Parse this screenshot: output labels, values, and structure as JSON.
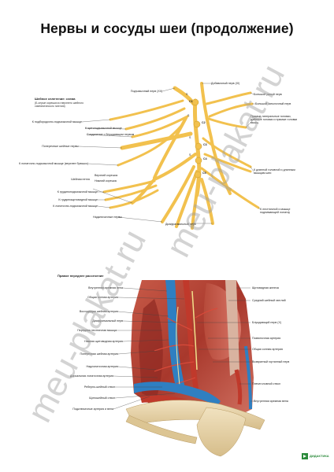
{
  "title": "Нервы и сосуды шеи (продолжение)",
  "watermark": "meu-plakat.ru",
  "logo_text": "ДИДАКТИКА",
  "colors": {
    "nerve": "#f2c14e",
    "nerve_edge": "#c89a2a",
    "artery": "#c0392b",
    "vein": "#2f7fc1",
    "muscle": "#b5473a",
    "bone": "#e6d2a8",
    "watermark": "#9e9e9e"
  },
  "top_diagram": {
    "header": "Шейное сплетение: схема",
    "header_sub": "(Б-серые корешки из верхнего шейного симпатического ганглия)",
    "labels_left": [
      "К подбородочно-подъязычной мышце",
      "К щитоподъязычной мышце",
      "Соединение с блуждающим нервом",
      "Поперечные шейные нервы",
      "К лопаточно-подъязычной мышце (верхнее брюшко)",
      "Шейная петля",
      "Верхний корешок",
      "Нижний корешок",
      "К грудиноподъязычной мышце",
      "К грудинощитовидной мышце",
      "К лопаточно-подъязычной мышце",
      "Надключичные нервы"
    ],
    "labels_right": [
      "Подъязычный нерв (XII)",
      "Добавочный нерв (XI)",
      "Большой ушной нерв",
      "Большой затылочный нерв",
      "Прямые латеральные головки, длинные головки и прямые головки мышц",
      "К длинной головной и длинным мышцам шеи",
      "К лестничной и мышце поднимающей лопатку",
      "Диафрагмальный нерв"
    ],
    "segments": [
      "C1",
      "C2",
      "C3",
      "C4",
      "C5"
    ],
    "s_marks": [
      "S",
      "S",
      "S",
      "S"
    ]
  },
  "bottom_diagram": {
    "header": "Правое переднее рассечение",
    "labels_left": [
      "Внутренняя яремная вена",
      "Общая сонная артерия",
      "Восходящая шейная артерия",
      "Диафрагмальный нерв",
      "Передняя лестничная мышца",
      "Нижняя щитовидная артерия",
      "Поперечная шейная артерия",
      "Надлопаточная артерия",
      "Дорсальная лопаточная артерия",
      "Реберно-шейный ствол",
      "Щитошейный ствол",
      "Подключичные артерия и вена"
    ],
    "labels_right": [
      "Щитовидная железа",
      "Средний шейный ганглий",
      "Блуждающий нерв (X)",
      "Позвоночная артерия",
      "Общая сонная артерия",
      "Возвратный гортанный нерв",
      "Плечеголовной ствол",
      "Внутренняя яремная вена"
    ]
  }
}
